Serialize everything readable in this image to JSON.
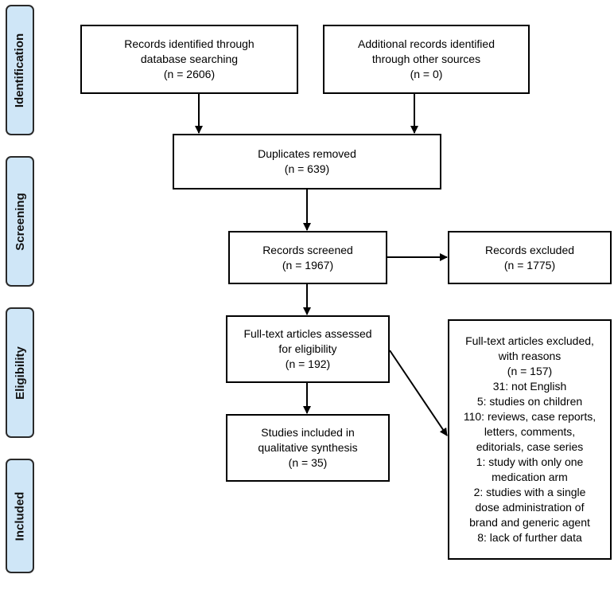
{
  "stages": [
    {
      "id": "identification",
      "label": "Identification"
    },
    {
      "id": "screening",
      "label": "Screening"
    },
    {
      "id": "eligibility",
      "label": "Eligibility"
    },
    {
      "id": "included",
      "label": "Included"
    }
  ],
  "boxes": {
    "database_search": {
      "lines": [
        "Records identified through",
        "database searching",
        "(n = 2606)"
      ]
    },
    "other_sources": {
      "lines": [
        "Additional records identified",
        "through other sources",
        "(n = 0)"
      ]
    },
    "duplicates_removed": {
      "lines": [
        "Duplicates removed",
        "(n = 639)"
      ]
    },
    "records_screened": {
      "lines": [
        "Records screened",
        "(n = 1967)"
      ]
    },
    "records_excluded": {
      "lines": [
        "Records excluded",
        "(n = 1775)"
      ]
    },
    "fulltext_assessed": {
      "lines": [
        "Full-text articles assessed",
        "for eligibility",
        "(n = 192)"
      ]
    },
    "fulltext_excluded": {
      "lines": [
        "Full-text articles excluded,",
        "with reasons",
        "(n = 157)",
        "31: not English",
        "5: studies on children",
        "110: reviews, case reports,",
        "letters, comments,",
        "editorials, case series",
        "1: study with only one",
        "medication arm",
        "2: studies with a single",
        "dose administration of",
        "brand and generic agent",
        "8: lack of further data"
      ]
    },
    "studies_included": {
      "lines": [
        "Studies included in",
        "qualitative synthesis",
        "(n = 35)"
      ]
    }
  }
}
